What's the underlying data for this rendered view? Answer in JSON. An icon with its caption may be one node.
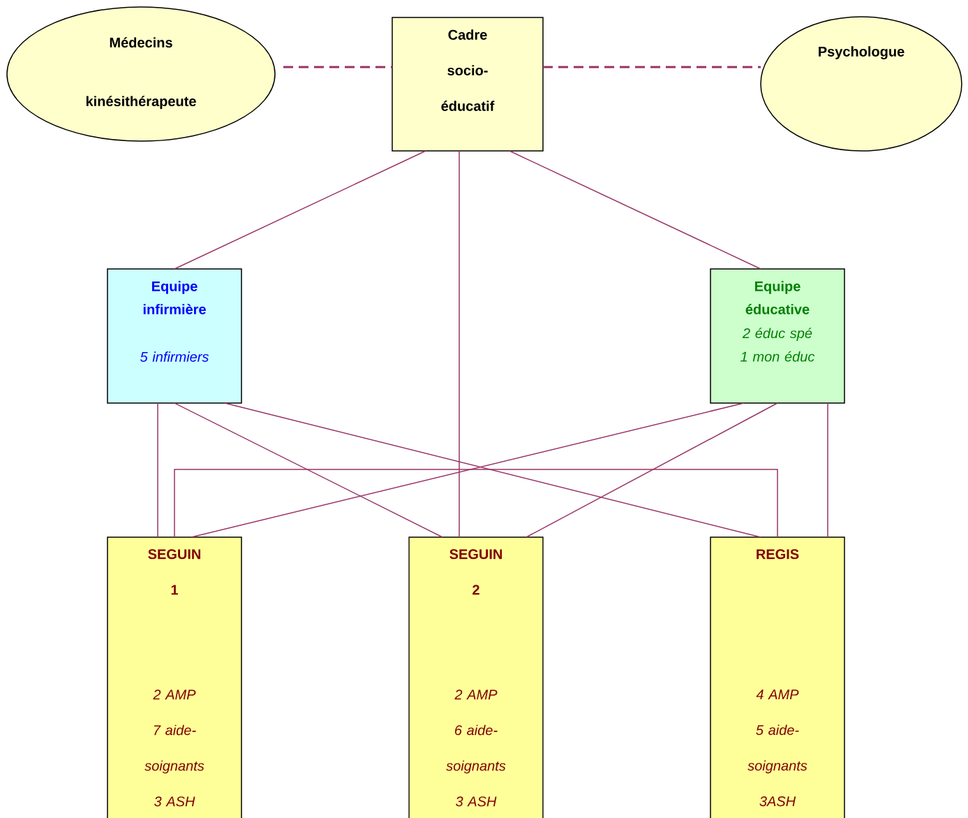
{
  "diagram": {
    "nodes": [
      {
        "text": [
          "Médecins",
          "kinésithérapeute"
        ]
      },
      {
        "text": [
          "Cadre socio-éducatif"
        ]
      },
      {
        "text": [
          "Psychologue"
        ]
      },
      {
        "text": [
          "Equipe infirmière",
          "5 infirmiers"
        ]
      },
      {
        "text": [
          "Equipe éducative",
          "2 éduc spé 1 mon éduc"
        ]
      },
      {
        "text": [
          "SEGUIN 1",
          "2 AMP 7 aide-soignants 3 ASH"
        ]
      },
      {
        "text": [
          "SEGUIN 2",
          "2 AMP 6 aide-soignants 3 ASH"
        ]
      },
      {
        "text": [
          "REGIS",
          "4 AMP 5 aide-soignants 3ASH"
        ]
      }
    ],
    "edges": [
      {
        "from": 0,
        "to": 1,
        "arrow": "none",
        "style": "dashed"
      },
      {
        "from": 1,
        "to": 2,
        "arrow": "none",
        "style": "dashed"
      },
      {
        "from": 1,
        "to": 3,
        "arrow": "none"
      },
      {
        "from": 1,
        "to": 6,
        "arrow": "none"
      },
      {
        "from": 1,
        "to": 4,
        "arrow": "none"
      },
      {
        "from": 3,
        "to": 5,
        "arrow": "none"
      },
      {
        "from": 3,
        "to": 6,
        "arrow": "none"
      },
      {
        "from": 3,
        "to": 7,
        "arrow": "none"
      },
      {
        "from": 4,
        "to": 5,
        "arrow": "none"
      },
      {
        "from": 4,
        "to": 6,
        "arrow": "none"
      },
      {
        "from": 4,
        "to": 7,
        "arrow": "none"
      },
      {
        "from": 5,
        "to": 7,
        "arrow": "none"
      }
    ]
  }
}
